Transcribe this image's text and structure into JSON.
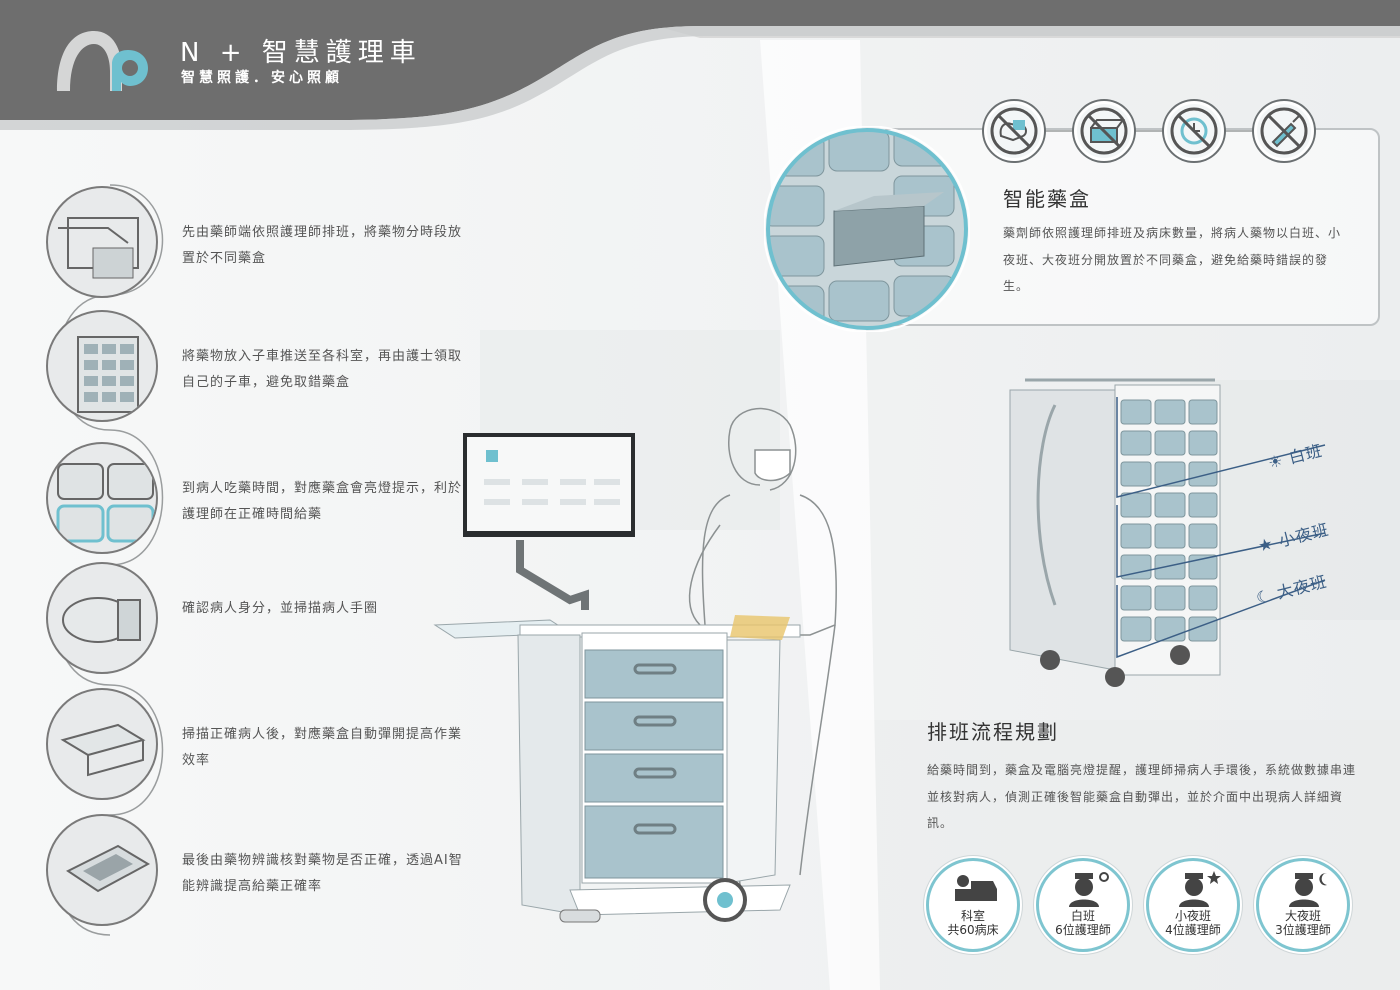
{
  "header": {
    "title": "N + 智慧護理車",
    "subtitle": "智慧照護．安心照顧",
    "logo_icon": "np-logo-icon"
  },
  "steps": [
    {
      "text": "先由藥師端依照護理師排班，將藥物分時段放置於不同藥盒",
      "icon": "pharmacist-sorting-image"
    },
    {
      "text": "將藥物放入子車推送至各科室，再由護士領取自己的子車，避免取錯藥盒",
      "icon": "sub-cart-image"
    },
    {
      "text": "到病人吃藥時間，對應藥盒會亮燈提示，利於護理師在正確時間給藥",
      "icon": "drawer-light-image"
    },
    {
      "text": "確認病人身分，並掃描病人手圈",
      "icon": "wristband-scan-image"
    },
    {
      "text": "掃描正確病人後，對應藥盒自動彈開提高作業效率",
      "icon": "drawer-eject-image"
    },
    {
      "text": "最後由藥物辨識核對藥物是否正確，透過AI智能辨識提高給藥正確率",
      "icon": "ai-recognition-image"
    }
  ],
  "smart_box": {
    "title": "智能藥盒",
    "desc": "藥劑師依照護理師排班及病床數量，將病人藥物以白班、小夜班、大夜班分開放置於不同藥盒，避免給藥時錯誤的發生。",
    "icons": [
      "no-hand-touch-icon",
      "no-open-box-icon",
      "no-missed-time-icon",
      "no-wrong-injection-icon"
    ]
  },
  "shifts": {
    "day": "白班",
    "evening": "小夜班",
    "night": "大夜班"
  },
  "schedule": {
    "title": "排班流程規劃",
    "desc": "給藥時間到，藥盒及電腦亮燈提醒，護理師掃病人手環後，系統做數據串連並核對病人，偵測正確後智能藥盒自動彈出，並於介面中出現病人詳細資訊。",
    "badges": [
      {
        "line1": "科室",
        "line2": "共60病床",
        "icon": "patient-bed-icon"
      },
      {
        "line1": "白班",
        "line2": "6位護理師",
        "icon": "nurse-sun-icon"
      },
      {
        "line1": "小夜班",
        "line2": "4位護理師",
        "icon": "nurse-star-icon"
      },
      {
        "line1": "大夜班",
        "line2": "3位護理師",
        "icon": "nurse-moon-icon"
      }
    ]
  },
  "colors": {
    "header_gray": "#6e6e6e",
    "accent_teal": "#6fc0cf",
    "drawer_blue": "#a9c3cc",
    "shift_line": "#3c5f86"
  }
}
